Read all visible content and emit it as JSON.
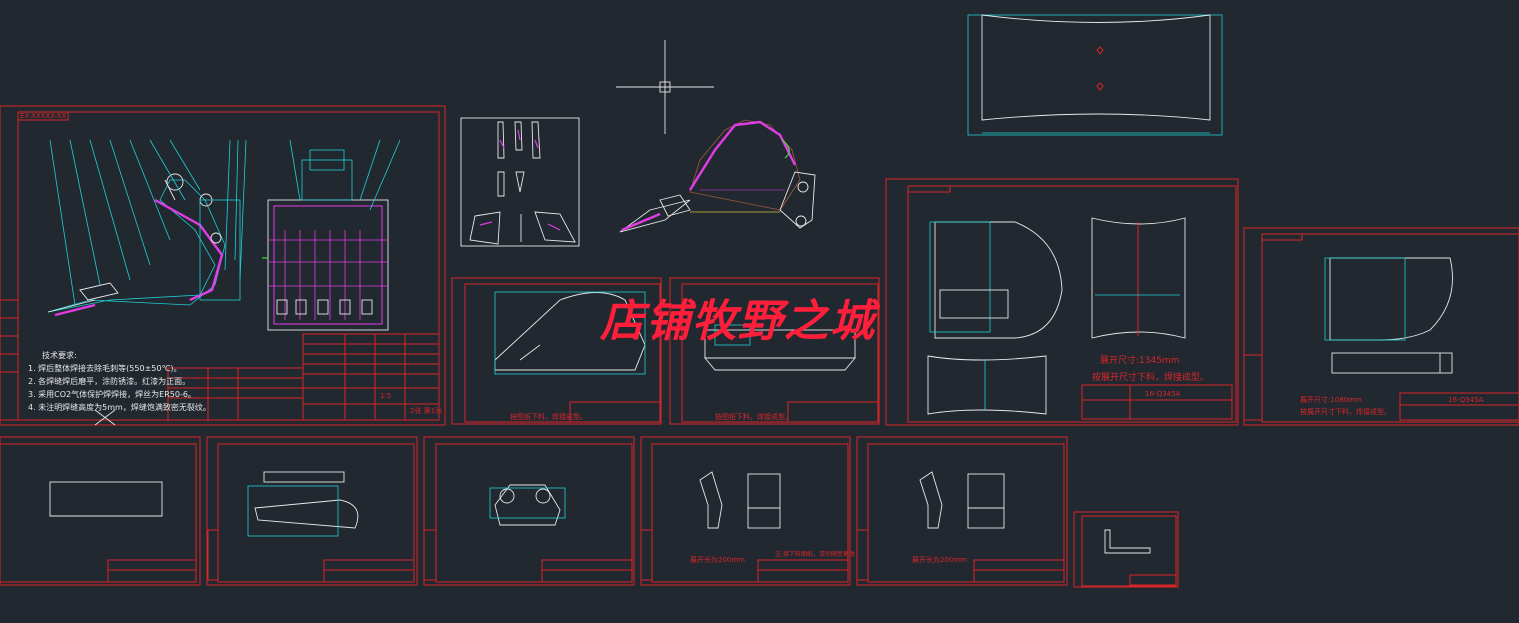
{
  "watermark": "店铺牧野之城",
  "main_sheet": {
    "header_code": "EX-XXXXX-XX",
    "notes_title": "技术要求:",
    "notes": [
      "1. 焊后整体焊接去除毛刺等(550±50℃)。",
      "2. 各焊缝焊后磨平，涂防锈漆。红漆为正面。",
      "3. 采用CO2气体保护焊焊接，焊丝为ER50-6。",
      "4. 未注明焊缝高度为5mm，焊缝饱满致密无裂纹。"
    ],
    "scale_label": "1:5",
    "sheet_label": "2张 第1张"
  },
  "blank_size_a": "展开尺寸:1345mm",
  "blank_size_a_note": "按展开尺寸下料，焊接成型。",
  "material_a": "16-Q345A",
  "blank_size_b": "展开尺寸:1080mm",
  "blank_size_b_note": "按展开尺寸下料，焊接成型。",
  "material_b": "16-Q345A",
  "small_note_1": "按图纸下料，焊接成型。",
  "small_note_2": "按图纸下料，焊接成型。",
  "bottom_note_1": "展开长为200mm",
  "bottom_note_2": "展开长为200mm",
  "bottom_note_3": "注:接下料图纸，请勿随意更改"
}
